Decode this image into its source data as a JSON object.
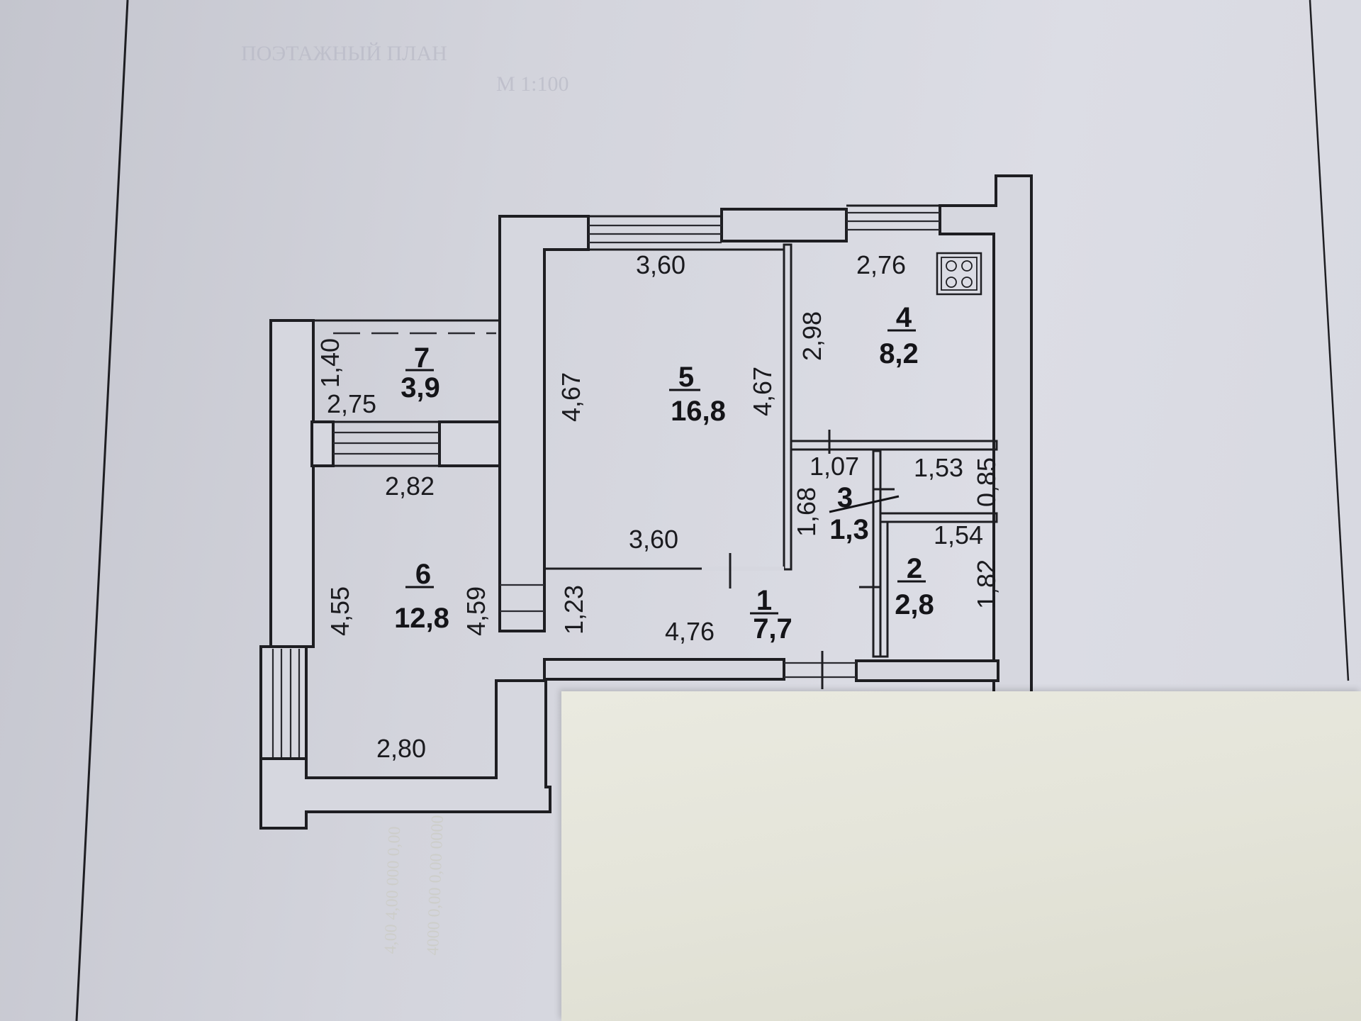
{
  "header": {
    "line1": "ПОЭТАЖНЫЙ ПЛАН",
    "line2": "М 1:100"
  },
  "rooms": [
    {
      "id": "1",
      "area": "7,7"
    },
    {
      "id": "2",
      "area": "2,8"
    },
    {
      "id": "3",
      "area": "1,3"
    },
    {
      "id": "4",
      "area": "8,2"
    },
    {
      "id": "5",
      "area": "16,8"
    },
    {
      "id": "6",
      "area": "12,8"
    },
    {
      "id": "7",
      "area": "3,9"
    }
  ],
  "dimensions": {
    "r5_top": "3,60",
    "r5_bottom": "3,60",
    "r5_left": "4,67",
    "r5_right": "4,67",
    "r4_top": "2,76",
    "r4_left": "2,98",
    "r7_side": "1,40",
    "r7_bottom": "2,75",
    "r6_top": "2,82",
    "r6_left": "4,55",
    "r6_right": "4,59",
    "r6_bottom": "2,80",
    "r1_side": "1,23",
    "r1_bottom": "4,76",
    "r3_top": "1,07",
    "r3_side": "1,68",
    "wc_top": "1,53",
    "wc_side": "0,85",
    "r2_top": "1,54",
    "r2_side": "1,82"
  },
  "overlay": {
    "line1": "4,00 4,00 000 0,00",
    "line2": "4000 0,00 0,00 0000"
  },
  "icons": [
    "stove-icon"
  ]
}
